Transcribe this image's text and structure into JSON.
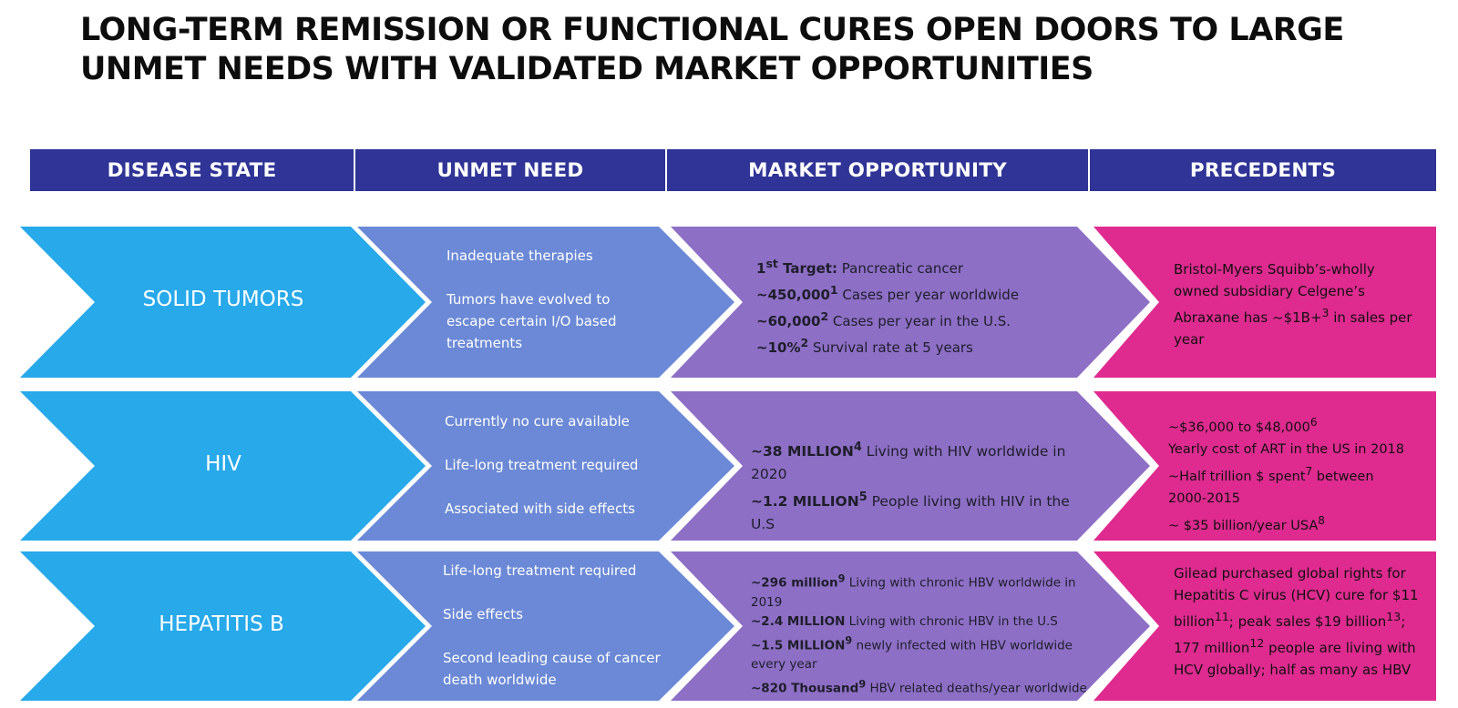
{
  "title": {
    "line1": "LONG-TERM REMISSION OR FUNCTIONAL CURES OPEN DOORS TO LARGE",
    "line2": "UNMET NEEDS WITH VALIDATED MARKET OPPORTUNITIES"
  },
  "headers": {
    "disease": "DISEASE STATE",
    "need": "UNMET NEED",
    "market": "MARKET OPPORTUNITY",
    "precedents": "PRECEDENTS"
  },
  "colors": {
    "header": "#2f3496",
    "disease": "#27a9ea",
    "need": "#6b89d6",
    "market": "#8d6fc6",
    "precedents": "#df2a8f"
  },
  "rows": [
    {
      "disease": "SOLID TUMORS",
      "needs": [
        "Inadequate therapies",
        "Tumors have evolved to escape certain I/O based treatments"
      ],
      "market": [
        {
          "label": "1",
          "sup": "st",
          "label2": " Target:",
          "text": " Pancreatic cancer"
        },
        {
          "label": "~450,000",
          "sup": "1",
          "text": " Cases per year worldwide"
        },
        {
          "label": "~60,000",
          "sup": "2",
          "text": " Cases per year in the U.S."
        },
        {
          "label": "~10%",
          "sup": "2",
          "text": " Survival rate at 5 years"
        }
      ],
      "precedents": {
        "pre": "Bristol-Myers Squibb’s-wholly owned subsidiary Celgene’s Abraxane has ~$1B+",
        "sup": "3",
        "post": " in sales per year"
      }
    },
    {
      "disease": "HIV",
      "needs": [
        "Currently no cure available",
        "Life-long treatment required",
        "Associated with side effects"
      ],
      "market": [
        {
          "label": "~38 MILLION",
          "sup": "4",
          "text": " Living with HIV worldwide in 2020"
        },
        {
          "label": "~1.2 MILLION",
          "sup": "5",
          "text": " People living with HIV in the U.S"
        }
      ],
      "precedents": [
        {
          "text": "~$36,000 to $48,000",
          "sup": "6",
          "post": ""
        },
        {
          "text": "Yearly cost of ART in the US in 2018",
          "sup": "",
          "post": ""
        },
        {
          "text": "~Half trillion $ spent",
          "sup": "7",
          "post": " between"
        },
        {
          "text": "2000-2015",
          "sup": "",
          "post": ""
        },
        {
          "text": "~ $35 billion/year USA",
          "sup": "8",
          "post": ""
        }
      ]
    },
    {
      "disease": "HEPATITIS B",
      "needs": [
        "Life-long treatment required",
        "Side effects",
        "Second leading cause of cancer death worldwide"
      ],
      "market": [
        {
          "label": "~296 million",
          "sup": "9",
          "text": " Living with chronic HBV worldwide in 2019"
        },
        {
          "label": "~2.4 MILLION",
          "sup": "",
          "text": " Living with chronic HBV in the U.S"
        },
        {
          "label": "~1.5 MILLION",
          "sup": "9",
          "text": " newly infected with HBV worldwide every year"
        },
        {
          "label": "~820 Thousand",
          "sup": "9",
          "text": " HBV related deaths/year worldwide"
        }
      ],
      "precedents": {
        "a": "Gilead purchased global rights for Hepatitis C virus (HCV) cure for $11 billion",
        "s1": "11",
        "b": "; peak sales $19 billion",
        "s2": "13",
        "c": "; 177 million",
        "s3": "12",
        "d": " people are living with HCV globally; half as many as HBV"
      }
    }
  ]
}
